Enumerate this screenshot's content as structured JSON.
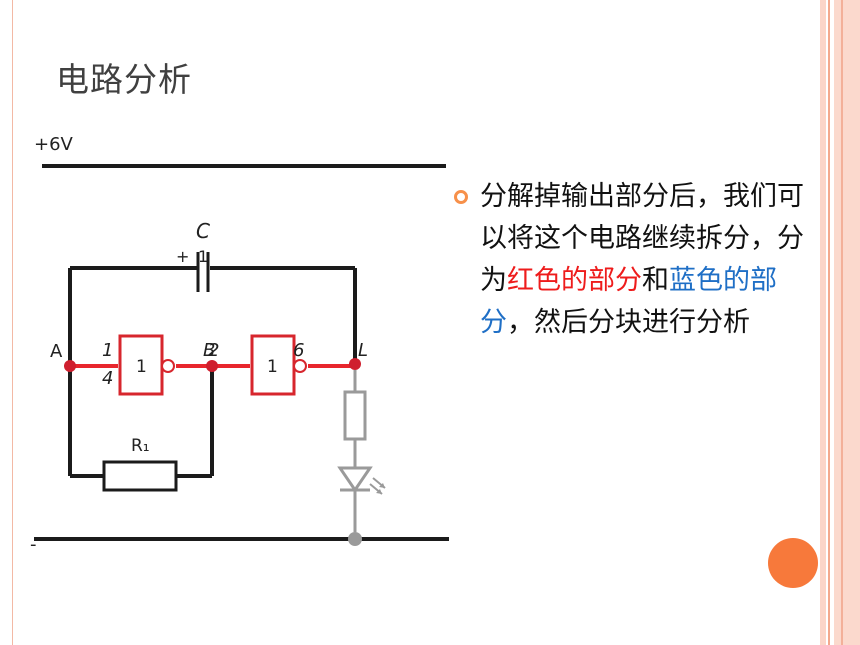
{
  "slide": {
    "title": "电路分析",
    "colors": {
      "accent_orange": "#f7793b",
      "bullet_orange": "#f7904a",
      "frame_pink": "#fbd5c8",
      "title_gray": "#404040",
      "red_highlight": "#ee1c1c",
      "blue_highlight": "#1f6fc6"
    }
  },
  "diagram": {
    "labels": {
      "supply": "+6V",
      "capacitor": "C",
      "cap_plus": "+",
      "node_a": "A",
      "node_b": "B",
      "node_l": "L",
      "gate1_pin_top": "1",
      "gate1_pin_bottom": "4",
      "gate1_pin_right": "2",
      "gate2_pin_right": "6",
      "cap_pin": "1",
      "gate1_text": "1",
      "gate2_text": "1",
      "resistor": "R₁",
      "ground": "-"
    },
    "icons": [
      "led-icon",
      "resistor-symbol-icon",
      "capacitor-symbol-icon",
      "not-gate-icon"
    ]
  },
  "content": {
    "bullet_icon": "ring-bullet-icon",
    "text_lead": "分解掉输出部分后，我们可以将这个电路继续拆分，分为",
    "text_red": "红色的部分",
    "text_mid": "和",
    "text_blue": "蓝色的部分",
    "text_tail": "，然后分块进行分析"
  }
}
